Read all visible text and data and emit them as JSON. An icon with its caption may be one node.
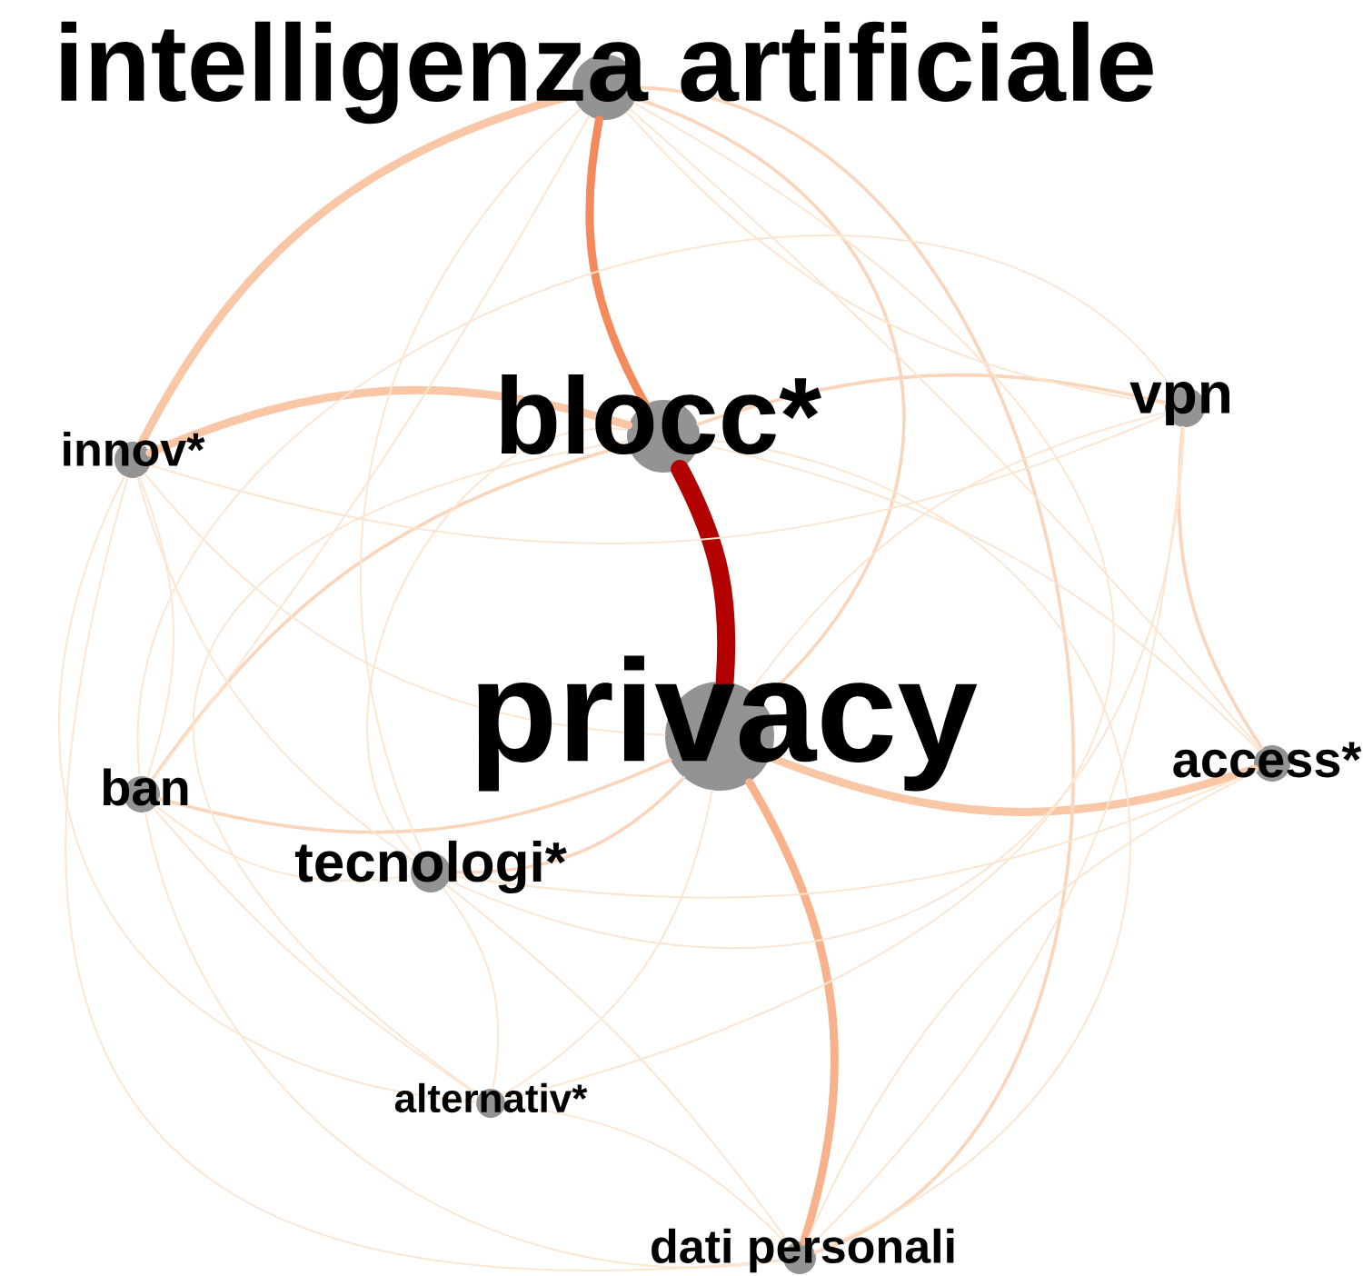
{
  "diagram": {
    "nodes": [
      {
        "text": [
          "intelligenza artificiale"
        ]
      },
      {
        "text": [
          "blocc*"
        ]
      },
      {
        "text": [
          "vpn"
        ]
      },
      {
        "text": [
          "innov*"
        ]
      },
      {
        "text": [
          "privacy"
        ]
      },
      {
        "text": [
          "ban"
        ]
      },
      {
        "text": [
          "access*"
        ]
      },
      {
        "text": [
          "tecnologi*"
        ]
      },
      {
        "text": [
          "alternativ*"
        ]
      },
      {
        "text": [
          "dati personali"
        ]
      }
    ],
    "edges": [
      {
        "from": 1,
        "to": 4,
        "arrow": "none",
        "style": "thick",
        "color": "#b30000"
      },
      {
        "from": 0,
        "to": 1,
        "arrow": "none",
        "style": "thick",
        "color": "#f4895b"
      },
      {
        "from": 4,
        "to": 9,
        "arrow": "none",
        "style": "thick",
        "color": "#f7b28c"
      },
      {
        "from": 0,
        "to": 3,
        "arrow": "none",
        "style": "thick",
        "color": "#f9c6a6"
      },
      {
        "from": 3,
        "to": 1,
        "arrow": "none",
        "style": "thick",
        "color": "#f9c6a6"
      },
      {
        "from": 4,
        "to": 6,
        "arrow": "none",
        "style": "thick",
        "color": "#f9c6a6"
      },
      {
        "from": 1,
        "to": 2,
        "arrow": "none",
        "color": "#fbd5bb"
      },
      {
        "from": 5,
        "to": 4,
        "arrow": "none",
        "color": "#fbd5bb"
      },
      {
        "from": 0,
        "to": 4,
        "arrow": "none",
        "color": "#fbd5bb"
      },
      {
        "from": 7,
        "to": 4,
        "arrow": "none",
        "color": "#fbd5bb"
      },
      {
        "from": 5,
        "to": 1,
        "arrow": "none",
        "color": "#fbd5bb"
      },
      {
        "from": 2,
        "to": 6,
        "arrow": "none",
        "color": "#fbd5bb"
      },
      {
        "from": 0,
        "to": 9,
        "arrow": "none",
        "color": "#fbd5bb"
      },
      {
        "from": 0,
        "to": 2,
        "arrow": "none"
      },
      {
        "from": 0,
        "to": 5,
        "arrow": "none"
      },
      {
        "from": 0,
        "to": 6,
        "arrow": "none"
      },
      {
        "from": 0,
        "to": 7,
        "arrow": "none"
      },
      {
        "from": 0,
        "to": 8,
        "arrow": "none"
      },
      {
        "from": 1,
        "to": 6,
        "arrow": "none"
      },
      {
        "from": 1,
        "to": 7,
        "arrow": "none"
      },
      {
        "from": 1,
        "to": 8,
        "arrow": "none"
      },
      {
        "from": 1,
        "to": 9,
        "arrow": "none"
      },
      {
        "from": 2,
        "to": 3,
        "arrow": "none"
      },
      {
        "from": 2,
        "to": 4,
        "arrow": "none"
      },
      {
        "from": 2,
        "to": 5,
        "arrow": "none"
      },
      {
        "from": 2,
        "to": 7,
        "arrow": "none"
      },
      {
        "from": 2,
        "to": 9,
        "arrow": "none"
      },
      {
        "from": 3,
        "to": 4,
        "arrow": "none"
      },
      {
        "from": 3,
        "to": 5,
        "arrow": "none"
      },
      {
        "from": 3,
        "to": 7,
        "arrow": "none"
      },
      {
        "from": 3,
        "to": 8,
        "arrow": "none"
      },
      {
        "from": 3,
        "to": 9,
        "arrow": "none"
      },
      {
        "from": 4,
        "to": 8,
        "arrow": "none"
      },
      {
        "from": 5,
        "to": 7,
        "arrow": "none"
      },
      {
        "from": 5,
        "to": 8,
        "arrow": "none"
      },
      {
        "from": 5,
        "to": 9,
        "arrow": "none"
      },
      {
        "from": 6,
        "to": 7,
        "arrow": "none"
      },
      {
        "from": 6,
        "to": 9,
        "arrow": "none"
      },
      {
        "from": 7,
        "to": 8,
        "arrow": "none"
      },
      {
        "from": 7,
        "to": 9,
        "arrow": "none"
      },
      {
        "from": 8,
        "to": 9,
        "arrow": "none"
      }
    ]
  }
}
